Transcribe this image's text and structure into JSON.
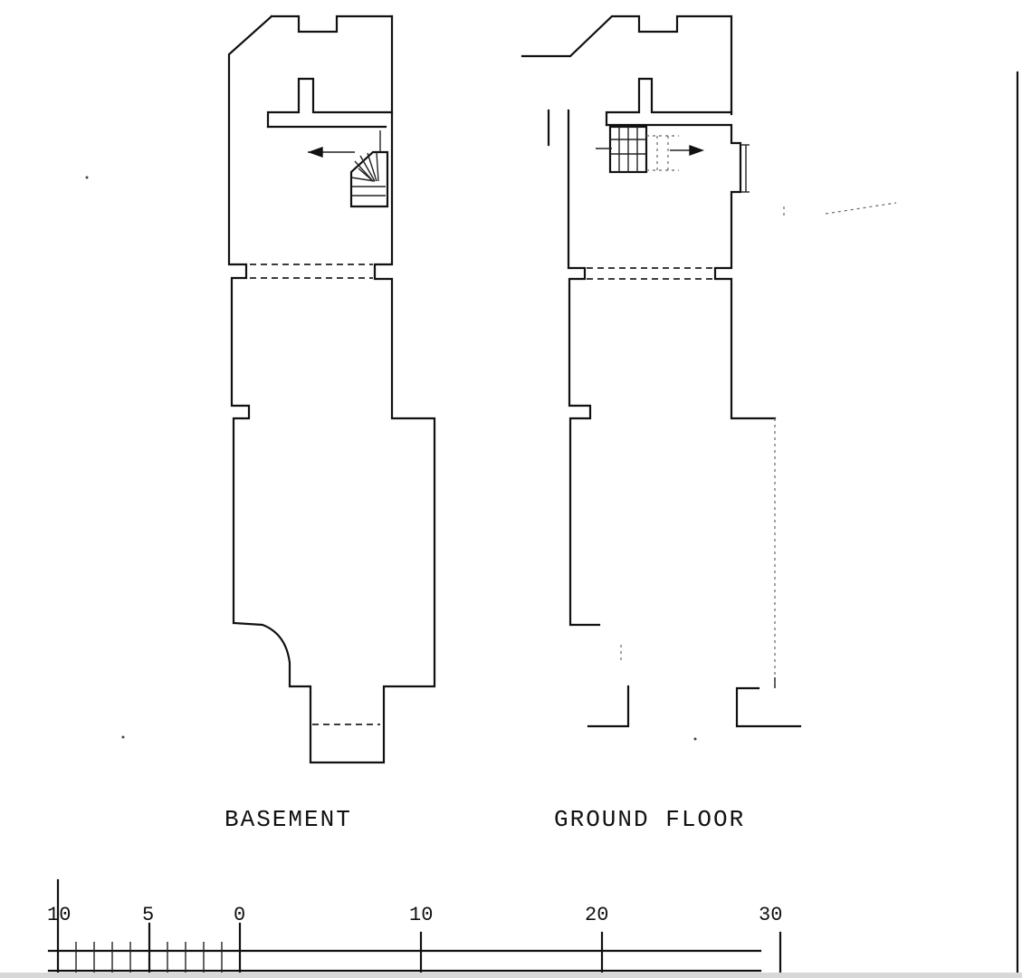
{
  "plans": {
    "basement": {
      "label": "BASEMENT"
    },
    "ground_floor": {
      "label": "GROUND FLOOR"
    }
  },
  "scale_bar": {
    "labels": [
      "10",
      "5",
      "0",
      "10",
      "20",
      "30"
    ]
  }
}
